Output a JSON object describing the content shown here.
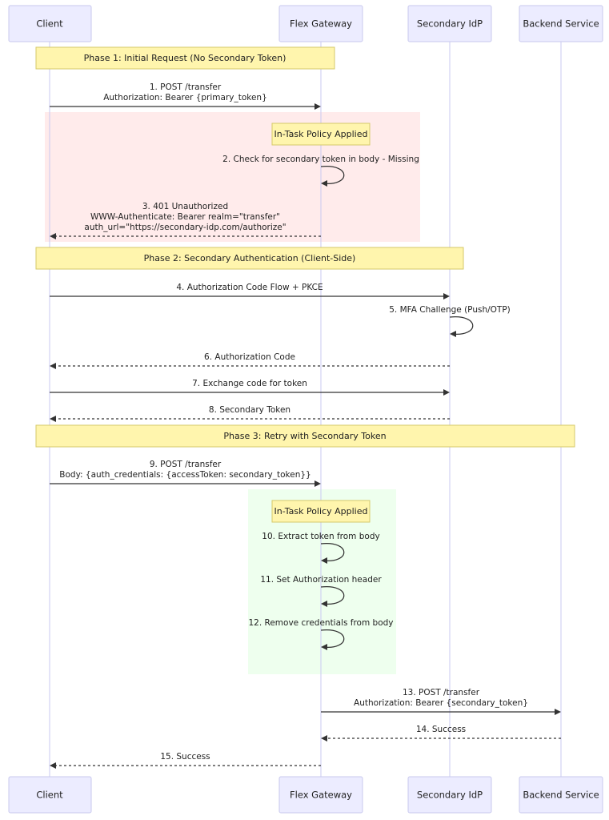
{
  "actors": [
    {
      "id": "client",
      "label": "Client"
    },
    {
      "id": "gateway",
      "label": "Flex Gateway"
    },
    {
      "id": "idp",
      "label": "Secondary IdP"
    },
    {
      "id": "backend",
      "label": "Backend Service"
    }
  ],
  "notes": [
    {
      "text": "Phase 1: Initial Request (No Secondary Token)"
    },
    {
      "text": "In-Task Policy Applied"
    },
    {
      "text": "Phase 2: Secondary Authentication (Client-Side)"
    },
    {
      "text": "Phase 3: Retry with Secondary Token"
    },
    {
      "text": "In-Task Policy Applied"
    }
  ],
  "messages": [
    {
      "from": "client",
      "to": "gateway",
      "style": "solid",
      "lines": [
        "1. POST /transfer",
        "Authorization: Bearer {primary_token}"
      ]
    },
    {
      "from": "gateway",
      "to": "gateway",
      "style": "self",
      "lines": [
        "2. Check for secondary token in body - Missing"
      ]
    },
    {
      "from": "gateway",
      "to": "client",
      "style": "dashed",
      "lines": [
        "3. 401 Unauthorized",
        "WWW-Authenticate: Bearer realm=\"transfer\"",
        "auth_url=\"https://secondary-idp.com/authorize\""
      ]
    },
    {
      "from": "client",
      "to": "idp",
      "style": "solid",
      "lines": [
        "4. Authorization Code Flow + PKCE"
      ]
    },
    {
      "from": "idp",
      "to": "idp",
      "style": "self",
      "lines": [
        "5. MFA Challenge (Push/OTP)"
      ]
    },
    {
      "from": "idp",
      "to": "client",
      "style": "dashed",
      "lines": [
        "6. Authorization Code"
      ]
    },
    {
      "from": "client",
      "to": "idp",
      "style": "solid",
      "lines": [
        "7. Exchange code for token"
      ]
    },
    {
      "from": "idp",
      "to": "client",
      "style": "dashed",
      "lines": [
        "8. Secondary Token"
      ]
    },
    {
      "from": "client",
      "to": "gateway",
      "style": "solid",
      "lines": [
        "9. POST /transfer",
        "Body: {auth_credentials: {accessToken: secondary_token}}"
      ]
    },
    {
      "from": "gateway",
      "to": "gateway",
      "style": "self",
      "lines": [
        "10. Extract token from body"
      ]
    },
    {
      "from": "gateway",
      "to": "gateway",
      "style": "self",
      "lines": [
        "11. Set Authorization header"
      ]
    },
    {
      "from": "gateway",
      "to": "gateway",
      "style": "self",
      "lines": [
        "12. Remove credentials from body"
      ]
    },
    {
      "from": "gateway",
      "to": "backend",
      "style": "solid",
      "lines": [
        "13. POST /transfer",
        "Authorization: Bearer {secondary_token}"
      ]
    },
    {
      "from": "backend",
      "to": "gateway",
      "style": "dashed",
      "lines": [
        "14. Success"
      ]
    },
    {
      "from": "gateway",
      "to": "client",
      "style": "dashed",
      "lines": [
        "15. Success"
      ]
    }
  ]
}
